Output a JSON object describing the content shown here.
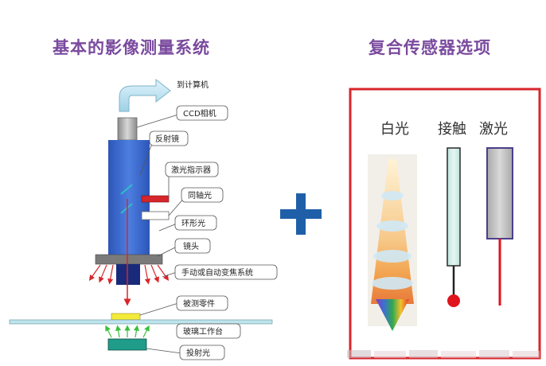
{
  "title_left": "基本的影像测量系统",
  "title_right": "复合传感器选项",
  "diagram_labels": {
    "to_computer": "到计算机",
    "ccd_camera": "CCD相机",
    "mirror": "反射镜",
    "laser_pointer": "激光指示器",
    "coaxial_light": "同轴光",
    "ring_light": "环形光",
    "lens": "镜头",
    "zoom_system": "手动或自动变焦系统",
    "workpiece": "被测零件",
    "glass_stage": "玻璃工作台",
    "backlight": "投射光"
  },
  "sensor_labels": {
    "white_light": "白光",
    "touch": "接触",
    "laser": "激光"
  },
  "colors": {
    "title": "#7a4a9e",
    "plus": "#1f5fa8",
    "frame": "#d7262b",
    "column": "#3f6fd0"
  }
}
